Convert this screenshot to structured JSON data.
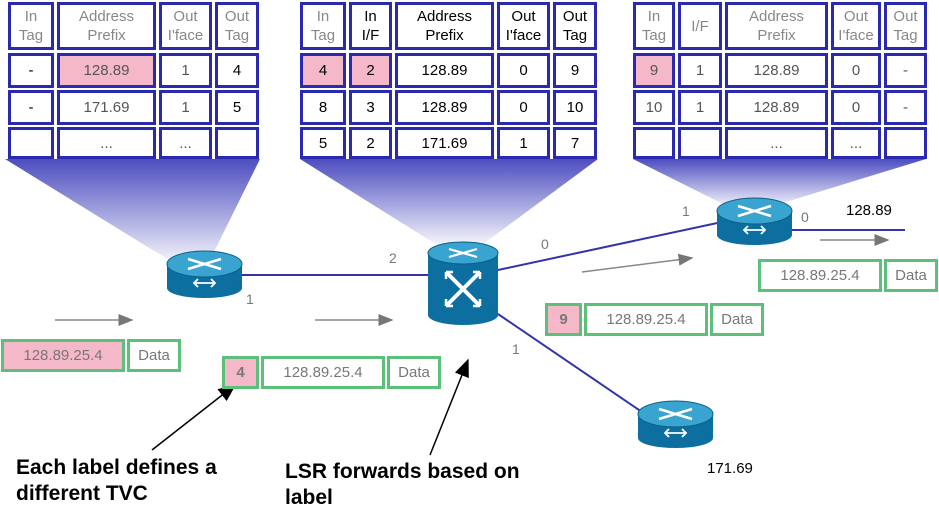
{
  "tables": {
    "left": {
      "headers": [
        "In Tag",
        "Address Prefix",
        "Out I'face",
        "Out Tag"
      ],
      "rows": [
        [
          "-",
          "128.89",
          "1",
          "4"
        ],
        [
          "-",
          "171.69",
          "1",
          "5"
        ],
        [
          "",
          "...",
          "...",
          ""
        ]
      ]
    },
    "center": {
      "headers": [
        "In Tag",
        "In I/F",
        "Address Prefix",
        "Out I'face",
        "Out Tag"
      ],
      "rows": [
        [
          "4",
          "2",
          "128.89",
          "0",
          "9"
        ],
        [
          "8",
          "3",
          "128.89",
          "0",
          "10"
        ],
        [
          "5",
          "2",
          "171.69",
          "1",
          "7"
        ]
      ]
    },
    "right": {
      "headers": [
        "In Tag",
        "I/F",
        "Address Prefix",
        "Out I'face",
        "Out Tag"
      ],
      "rows": [
        [
          "9",
          "1",
          "128.89",
          "0",
          "-"
        ],
        [
          "10",
          "1",
          "128.89",
          "0",
          "-"
        ],
        [
          "",
          "",
          "...",
          "...",
          ""
        ]
      ]
    }
  },
  "packets": {
    "left": {
      "address": "128.89.25.4",
      "data": "Data"
    },
    "center": {
      "tag": "4",
      "address": "128.89.25.4",
      "data": "Data"
    },
    "right_mid": {
      "tag": "9",
      "address": "128.89.25.4",
      "data": "Data"
    },
    "right_top": {
      "address": "128.89.25.4",
      "data": "Data"
    }
  },
  "port_labels": {
    "left_router_1": "1",
    "center_router_2": "2",
    "center_router_0": "0",
    "center_router_1": "1",
    "right_router_1": "1",
    "right_router_0": "0"
  },
  "destinations": {
    "top_right": "128.89",
    "bottom_right": "171.69"
  },
  "notes": {
    "left": "Each label defines a different TVC",
    "center": "LSR forwards based on label"
  },
  "colors": {
    "table_border": "#2a2ab0",
    "highlight": "#f5b8c8",
    "packet_border": "#5cc07a",
    "router": "#1b7ea8"
  }
}
